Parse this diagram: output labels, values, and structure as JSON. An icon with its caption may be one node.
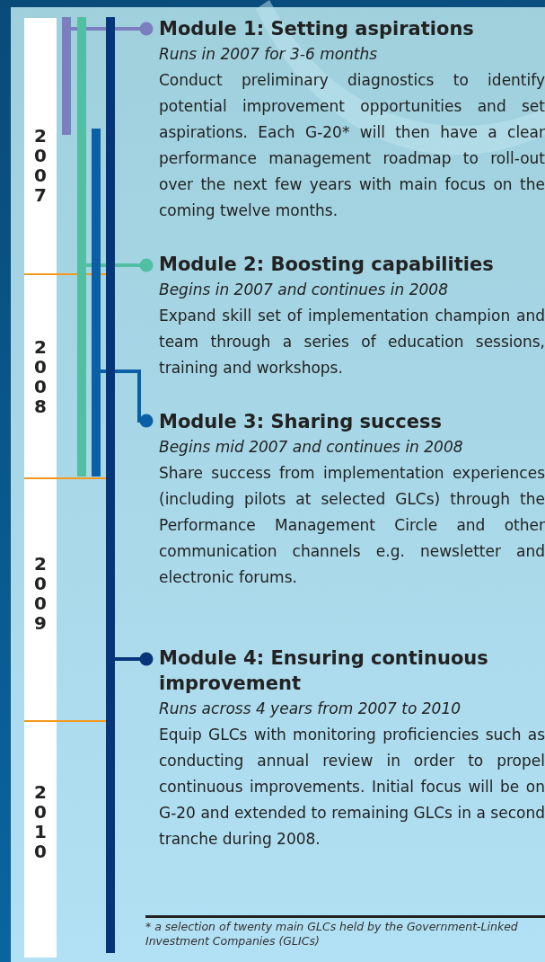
{
  "diagram": {
    "nodes": [
      {
        "text": [],
        "shape": "bar"
      },
      {
        "text": [],
        "shape": "bar"
      },
      {
        "text": [],
        "shape": "bar"
      },
      {
        "text": [],
        "shape": "bar"
      },
      {
        "text": [
          "Module 1: Setting aspirations",
          "Runs in 2007 for 3-6 months",
          "Conduct preliminary diagnostics to identify potential improvement opportunities and set aspirations. Each G-20* will then have a clear performance management roadmap to roll-out over the next few years with main focus on the coming twelve months."
        ]
      },
      {
        "text": [
          "Module 2: Boosting capabilities",
          "Begins in 2007 and continues in 2008",
          "Expand skill set of implementation champion and team through a series of education sessions, training and workshops."
        ]
      },
      {
        "text": [
          "Module 3: Sharing success",
          "Begins mid 2007 and continues in 2008",
          "Share success from implementation experiences (including pilots at selected GLCs) through the Performance Management Circle and other communication channels e.g. newsletter and electronic forums."
        ]
      },
      {
        "text": [
          "Module 4: Ensuring continuous improvement",
          "Runs across 4 years from 2007 to 2010",
          "Equip GLCs with monitoring proficiencies such as conducting annual review in order to propel continuous improvements. Initial focus will be on G-20 and extended to remaining GLCs in a second tranche during 2008."
        ]
      }
    ],
    "edges": [
      {
        "from": 0,
        "to": 4,
        "arrow": "other",
        "color": "#7b7fc0"
      },
      {
        "from": 1,
        "to": 5,
        "arrow": "other",
        "color": "#52bfa3"
      },
      {
        "from": 2,
        "to": 6,
        "arrow": "other",
        "color": "#0a5fa5"
      },
      {
        "from": 3,
        "to": 7,
        "arrow": "other",
        "color": "#07357a"
      }
    ],
    "labels": [
      "2007",
      "2008",
      "2009",
      "2010",
      "* a selection of twenty main GLCs held by the Government-Linked Investment Companies (GLICs)"
    ]
  }
}
